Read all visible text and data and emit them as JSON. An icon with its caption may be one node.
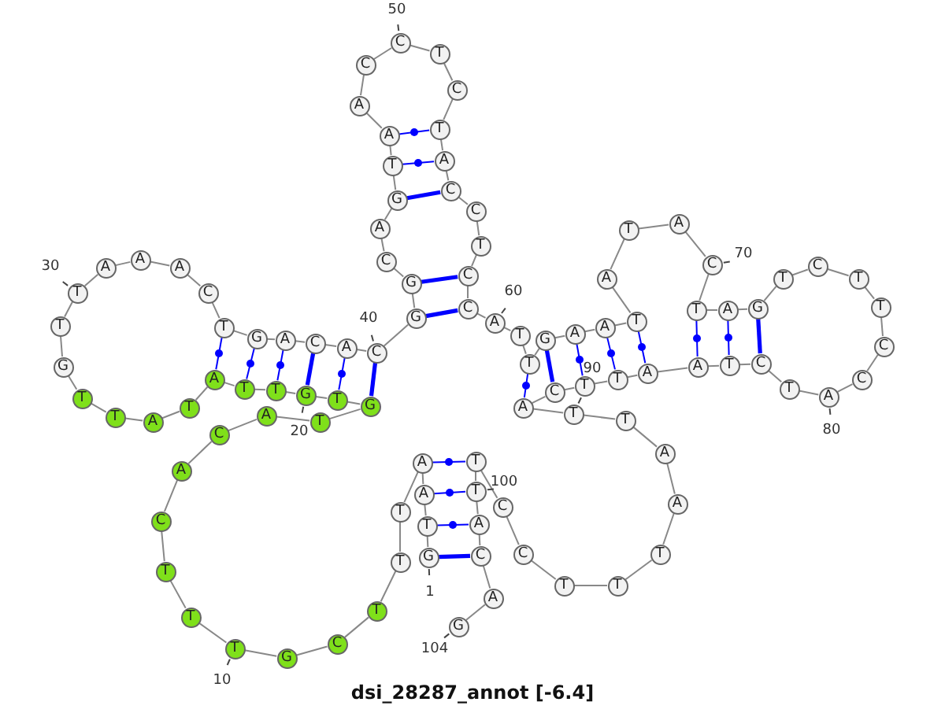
{
  "diagram": {
    "title": "dsi_28287_annot [-6.4]",
    "nodes": [
      {
        "text": [
          "G"
        ],
        "beside": [
          "1"
        ]
      },
      {
        "text": [
          "T"
        ]
      },
      {
        "text": [
          "A"
        ]
      },
      {
        "text": [
          "A"
        ]
      },
      {
        "text": [
          "T"
        ]
      },
      {
        "text": [
          "T"
        ]
      },
      {
        "text": [
          "T"
        ]
      },
      {
        "text": [
          "C"
        ]
      },
      {
        "text": [
          "G"
        ]
      },
      {
        "text": [
          "T"
        ],
        "beside": [
          "10"
        ]
      },
      {
        "text": [
          "T"
        ]
      },
      {
        "text": [
          "T"
        ]
      },
      {
        "text": [
          "C"
        ]
      },
      {
        "text": [
          "A"
        ]
      },
      {
        "text": [
          "C"
        ]
      },
      {
        "text": [
          "A"
        ]
      },
      {
        "text": [
          "T"
        ]
      },
      {
        "text": [
          "G"
        ]
      },
      {
        "text": [
          "T"
        ]
      },
      {
        "text": [
          "G"
        ]
      },
      {
        "text": [
          "T"
        ]
      },
      {
        "text": [
          "T"
        ]
      },
      {
        "text": [
          "A"
        ]
      },
      {
        "text": [
          "T"
        ]
      },
      {
        "text": [
          "A"
        ]
      },
      {
        "text": [
          "T"
        ]
      },
      {
        "text": [
          "T"
        ]
      },
      {
        "text": [
          "G"
        ]
      },
      {
        "text": [
          "T"
        ]
      },
      {
        "text": [
          "T"
        ],
        "beside": [
          "30"
        ]
      },
      {
        "text": [
          "A"
        ]
      },
      {
        "text": [
          "A"
        ]
      },
      {
        "text": [
          "A"
        ]
      },
      {
        "text": [
          "C"
        ]
      },
      {
        "text": [
          "T"
        ]
      },
      {
        "text": [
          "G"
        ]
      },
      {
        "text": [
          "A"
        ]
      },
      {
        "text": [
          "C"
        ]
      },
      {
        "text": [
          "A"
        ]
      },
      {
        "text": [
          "C"
        ],
        "beside": [
          "40"
        ]
      },
      {
        "text": [
          "G"
        ]
      },
      {
        "text": [
          "G"
        ]
      },
      {
        "text": [
          "C"
        ]
      },
      {
        "text": [
          "A"
        ]
      },
      {
        "text": [
          "G"
        ]
      },
      {
        "text": [
          "T"
        ]
      },
      {
        "text": [
          "A"
        ]
      },
      {
        "text": [
          "A"
        ]
      },
      {
        "text": [
          "C"
        ]
      },
      {
        "text": [
          "C"
        ],
        "beside": [
          "50"
        ]
      },
      {
        "text": [
          "T"
        ]
      },
      {
        "text": [
          "C"
        ]
      },
      {
        "text": [
          "T"
        ]
      },
      {
        "text": [
          "A"
        ]
      },
      {
        "text": [
          "C"
        ]
      },
      {
        "text": [
          "C"
        ]
      },
      {
        "text": [
          "T"
        ]
      },
      {
        "text": [
          "C"
        ]
      },
      {
        "text": [
          "C"
        ]
      },
      {
        "text": [
          "A"
        ],
        "beside": [
          "60"
        ]
      },
      {
        "text": [
          "T"
        ]
      },
      {
        "text": [
          "T"
        ]
      },
      {
        "text": [
          "G"
        ]
      },
      {
        "text": [
          "A"
        ]
      },
      {
        "text": [
          "A"
        ]
      },
      {
        "text": [
          "T"
        ]
      },
      {
        "text": [
          "A"
        ]
      },
      {
        "text": [
          "T"
        ]
      },
      {
        "text": [
          "A"
        ]
      },
      {
        "text": [
          "C"
        ],
        "beside": [
          "70"
        ]
      },
      {
        "text": [
          "T"
        ]
      },
      {
        "text": [
          "A"
        ]
      },
      {
        "text": [
          "G"
        ]
      },
      {
        "text": [
          "T"
        ]
      },
      {
        "text": [
          "C"
        ]
      },
      {
        "text": [
          "T"
        ]
      },
      {
        "text": [
          "T"
        ]
      },
      {
        "text": [
          "C"
        ]
      },
      {
        "text": [
          "C"
        ]
      },
      {
        "text": [
          "A"
        ],
        "beside": [
          "80"
        ]
      },
      {
        "text": [
          "T"
        ]
      },
      {
        "text": [
          "C"
        ]
      },
      {
        "text": [
          "T"
        ]
      },
      {
        "text": [
          "A"
        ]
      },
      {
        "text": [
          "A"
        ]
      },
      {
        "text": [
          "T"
        ]
      },
      {
        "text": [
          "T"
        ]
      },
      {
        "text": [
          "C"
        ]
      },
      {
        "text": [
          "A"
        ]
      },
      {
        "text": [
          "T"
        ]
      },
      {
        "text": [
          "T"
        ]
      },
      {
        "text": [
          "A"
        ]
      },
      {
        "text": [
          "A"
        ]
      },
      {
        "text": [
          "T"
        ]
      },
      {
        "text": [
          "T"
        ]
      },
      {
        "text": [
          "T"
        ]
      },
      {
        "text": [
          "C"
        ]
      },
      {
        "text": [
          "C"
        ]
      },
      {
        "text": [
          "T"
        ]
      },
      {
        "text": [
          "T"
        ],
        "beside": [
          "100"
        ]
      },
      {
        "text": [
          "A"
        ]
      },
      {
        "text": [
          "C"
        ]
      },
      {
        "text": [
          "A"
        ]
      },
      {
        "text": [
          "G"
        ],
        "beside": [
          "104"
        ]
      }
    ],
    "edges": [
      {
        "from": 0,
        "to": 1,
        "arrow": "none"
      },
      {
        "from": 1,
        "to": 2,
        "arrow": "none"
      },
      {
        "from": 2,
        "to": 3,
        "arrow": "none"
      },
      {
        "from": 3,
        "to": 4,
        "arrow": "none"
      },
      {
        "from": 4,
        "to": 5,
        "arrow": "none"
      },
      {
        "from": 5,
        "to": 6,
        "arrow": "none"
      },
      {
        "from": 6,
        "to": 7,
        "arrow": "none"
      },
      {
        "from": 7,
        "to": 8,
        "arrow": "none"
      },
      {
        "from": 8,
        "to": 9,
        "arrow": "none"
      },
      {
        "from": 9,
        "to": 10,
        "arrow": "none"
      },
      {
        "from": 10,
        "to": 11,
        "arrow": "none"
      },
      {
        "from": 11,
        "to": 12,
        "arrow": "none"
      },
      {
        "from": 12,
        "to": 13,
        "arrow": "none"
      },
      {
        "from": 13,
        "to": 14,
        "arrow": "none"
      },
      {
        "from": 14,
        "to": 15,
        "arrow": "none"
      },
      {
        "from": 15,
        "to": 16,
        "arrow": "none"
      },
      {
        "from": 16,
        "to": 17,
        "arrow": "none"
      },
      {
        "from": 17,
        "to": 18,
        "arrow": "none"
      },
      {
        "from": 18,
        "to": 19,
        "arrow": "none"
      },
      {
        "from": 19,
        "to": 20,
        "arrow": "none"
      },
      {
        "from": 20,
        "to": 21,
        "arrow": "none"
      },
      {
        "from": 21,
        "to": 22,
        "arrow": "none"
      },
      {
        "from": 22,
        "to": 23,
        "arrow": "none"
      },
      {
        "from": 23,
        "to": 24,
        "arrow": "none"
      },
      {
        "from": 24,
        "to": 25,
        "arrow": "none"
      },
      {
        "from": 25,
        "to": 26,
        "arrow": "none"
      },
      {
        "from": 26,
        "to": 27,
        "arrow": "none"
      },
      {
        "from": 27,
        "to": 28,
        "arrow": "none"
      },
      {
        "from": 28,
        "to": 29,
        "arrow": "none"
      },
      {
        "from": 29,
        "to": 30,
        "arrow": "none"
      },
      {
        "from": 30,
        "to": 31,
        "arrow": "none"
      },
      {
        "from": 31,
        "to": 32,
        "arrow": "none"
      },
      {
        "from": 32,
        "to": 33,
        "arrow": "none"
      },
      {
        "from": 33,
        "to": 34,
        "arrow": "none"
      },
      {
        "from": 34,
        "to": 35,
        "arrow": "none"
      },
      {
        "from": 35,
        "to": 36,
        "arrow": "none"
      },
      {
        "from": 36,
        "to": 37,
        "arrow": "none"
      },
      {
        "from": 37,
        "to": 38,
        "arrow": "none"
      },
      {
        "from": 38,
        "to": 39,
        "arrow": "none"
      },
      {
        "from": 39,
        "to": 40,
        "arrow": "none"
      },
      {
        "from": 40,
        "to": 41,
        "arrow": "none"
      },
      {
        "from": 41,
        "to": 42,
        "arrow": "none"
      },
      {
        "from": 42,
        "to": 43,
        "arrow": "none"
      },
      {
        "from": 43,
        "to": 44,
        "arrow": "none"
      },
      {
        "from": 44,
        "to": 45,
        "arrow": "none"
      },
      {
        "from": 45,
        "to": 46,
        "arrow": "none"
      },
      {
        "from": 46,
        "to": 47,
        "arrow": "none"
      },
      {
        "from": 47,
        "to": 48,
        "arrow": "none"
      },
      {
        "from": 48,
        "to": 49,
        "arrow": "none"
      },
      {
        "from": 49,
        "to": 50,
        "arrow": "none"
      },
      {
        "from": 50,
        "to": 51,
        "arrow": "none"
      },
      {
        "from": 51,
        "to": 52,
        "arrow": "none"
      },
      {
        "from": 52,
        "to": 53,
        "arrow": "none"
      },
      {
        "from": 53,
        "to": 54,
        "arrow": "none"
      },
      {
        "from": 54,
        "to": 55,
        "arrow": "none"
      },
      {
        "from": 55,
        "to": 56,
        "arrow": "none"
      },
      {
        "from": 56,
        "to": 57,
        "arrow": "none"
      },
      {
        "from": 57,
        "to": 58,
        "arrow": "none"
      },
      {
        "from": 58,
        "to": 59,
        "arrow": "none"
      },
      {
        "from": 59,
        "to": 60,
        "arrow": "none"
      },
      {
        "from": 60,
        "to": 61,
        "arrow": "none"
      },
      {
        "from": 61,
        "to": 62,
        "arrow": "none"
      },
      {
        "from": 62,
        "to": 63,
        "arrow": "none"
      },
      {
        "from": 63,
        "to": 64,
        "arrow": "none"
      },
      {
        "from": 64,
        "to": 65,
        "arrow": "none"
      },
      {
        "from": 65,
        "to": 66,
        "arrow": "none"
      },
      {
        "from": 66,
        "to": 67,
        "arrow": "none"
      },
      {
        "from": 67,
        "to": 68,
        "arrow": "none"
      },
      {
        "from": 68,
        "to": 69,
        "arrow": "none"
      },
      {
        "from": 69,
        "to": 70,
        "arrow": "none"
      },
      {
        "from": 70,
        "to": 71,
        "arrow": "none"
      },
      {
        "from": 71,
        "to": 72,
        "arrow": "none"
      },
      {
        "from": 72,
        "to": 73,
        "arrow": "none"
      },
      {
        "from": 73,
        "to": 74,
        "arrow": "none"
      },
      {
        "from": 74,
        "to": 75,
        "arrow": "none"
      },
      {
        "from": 75,
        "to": 76,
        "arrow": "none"
      },
      {
        "from": 76,
        "to": 77,
        "arrow": "none"
      },
      {
        "from": 77,
        "to": 78,
        "arrow": "none"
      },
      {
        "from": 78,
        "to": 79,
        "arrow": "none"
      },
      {
        "from": 79,
        "to": 80,
        "arrow": "none"
      },
      {
        "from": 80,
        "to": 81,
        "arrow": "none"
      },
      {
        "from": 81,
        "to": 82,
        "arrow": "none"
      },
      {
        "from": 82,
        "to": 83,
        "arrow": "none"
      },
      {
        "from": 83,
        "to": 84,
        "arrow": "none"
      },
      {
        "from": 84,
        "to": 85,
        "arrow": "none"
      },
      {
        "from": 85,
        "to": 86,
        "arrow": "none"
      },
      {
        "from": 86,
        "to": 87,
        "arrow": "none"
      },
      {
        "from": 87,
        "to": 88,
        "arrow": "none"
      },
      {
        "from": 88,
        "to": 89,
        "arrow": "none"
      },
      {
        "from": 89,
        "to": 90,
        "arrow": "none"
      },
      {
        "from": 90,
        "to": 91,
        "arrow": "none"
      },
      {
        "from": 91,
        "to": 92,
        "arrow": "none"
      },
      {
        "from": 92,
        "to": 93,
        "arrow": "none"
      },
      {
        "from": 93,
        "to": 94,
        "arrow": "none"
      },
      {
        "from": 94,
        "to": 95,
        "arrow": "none"
      },
      {
        "from": 95,
        "to": 96,
        "arrow": "none"
      },
      {
        "from": 96,
        "to": 97,
        "arrow": "none"
      },
      {
        "from": 97,
        "to": 98,
        "arrow": "none"
      },
      {
        "from": 98,
        "to": 99,
        "arrow": "none"
      },
      {
        "from": 99,
        "to": 100,
        "arrow": "none"
      },
      {
        "from": 100,
        "to": 101,
        "arrow": "none"
      },
      {
        "from": 101,
        "to": 102,
        "arrow": "none"
      },
      {
        "from": 102,
        "to": 103,
        "arrow": "none"
      },
      {
        "from": 0,
        "to": 101,
        "arrow": "none",
        "style": "thick",
        "color": "#0000ff"
      },
      {
        "from": 1,
        "to": 100,
        "arrow": "none",
        "color": "#0000ff"
      },
      {
        "from": 2,
        "to": 99,
        "arrow": "none",
        "color": "#0000ff"
      },
      {
        "from": 3,
        "to": 98,
        "arrow": "none",
        "color": "#0000ff"
      },
      {
        "from": 17,
        "to": 39,
        "arrow": "none",
        "style": "thick",
        "color": "#0000ff"
      },
      {
        "from": 18,
        "to": 38,
        "arrow": "none",
        "color": "#0000ff"
      },
      {
        "from": 19,
        "to": 37,
        "arrow": "none",
        "style": "thick",
        "color": "#0000ff"
      },
      {
        "from": 20,
        "to": 36,
        "arrow": "none",
        "color": "#0000ff"
      },
      {
        "from": 21,
        "to": 35,
        "arrow": "none",
        "color": "#0000ff"
      },
      {
        "from": 22,
        "to": 34,
        "arrow": "none",
        "color": "#0000ff"
      },
      {
        "from": 40,
        "to": 58,
        "arrow": "none",
        "style": "thick",
        "color": "#0000ff"
      },
      {
        "from": 41,
        "to": 57,
        "arrow": "none",
        "style": "thick",
        "color": "#0000ff"
      },
      {
        "from": 44,
        "to": 54,
        "arrow": "none",
        "style": "thick",
        "color": "#0000ff"
      },
      {
        "from": 45,
        "to": 53,
        "arrow": "none",
        "color": "#0000ff"
      },
      {
        "from": 46,
        "to": 52,
        "arrow": "none",
        "color": "#0000ff"
      },
      {
        "from": 61,
        "to": 88,
        "arrow": "none",
        "color": "#0000ff"
      },
      {
        "from": 62,
        "to": 87,
        "arrow": "none",
        "style": "thick",
        "color": "#0000ff"
      },
      {
        "from": 63,
        "to": 86,
        "arrow": "none",
        "color": "#0000ff"
      },
      {
        "from": 64,
        "to": 85,
        "arrow": "none",
        "color": "#0000ff"
      },
      {
        "from": 65,
        "to": 84,
        "arrow": "none",
        "color": "#0000ff"
      },
      {
        "from": 70,
        "to": 83,
        "arrow": "none",
        "color": "#0000ff"
      },
      {
        "from": 71,
        "to": 82,
        "arrow": "none",
        "color": "#0000ff"
      },
      {
        "from": 72,
        "to": 81,
        "arrow": "none",
        "style": "thick",
        "color": "#0000ff"
      }
    ],
    "labels": [
      "20",
      "90"
    ]
  }
}
